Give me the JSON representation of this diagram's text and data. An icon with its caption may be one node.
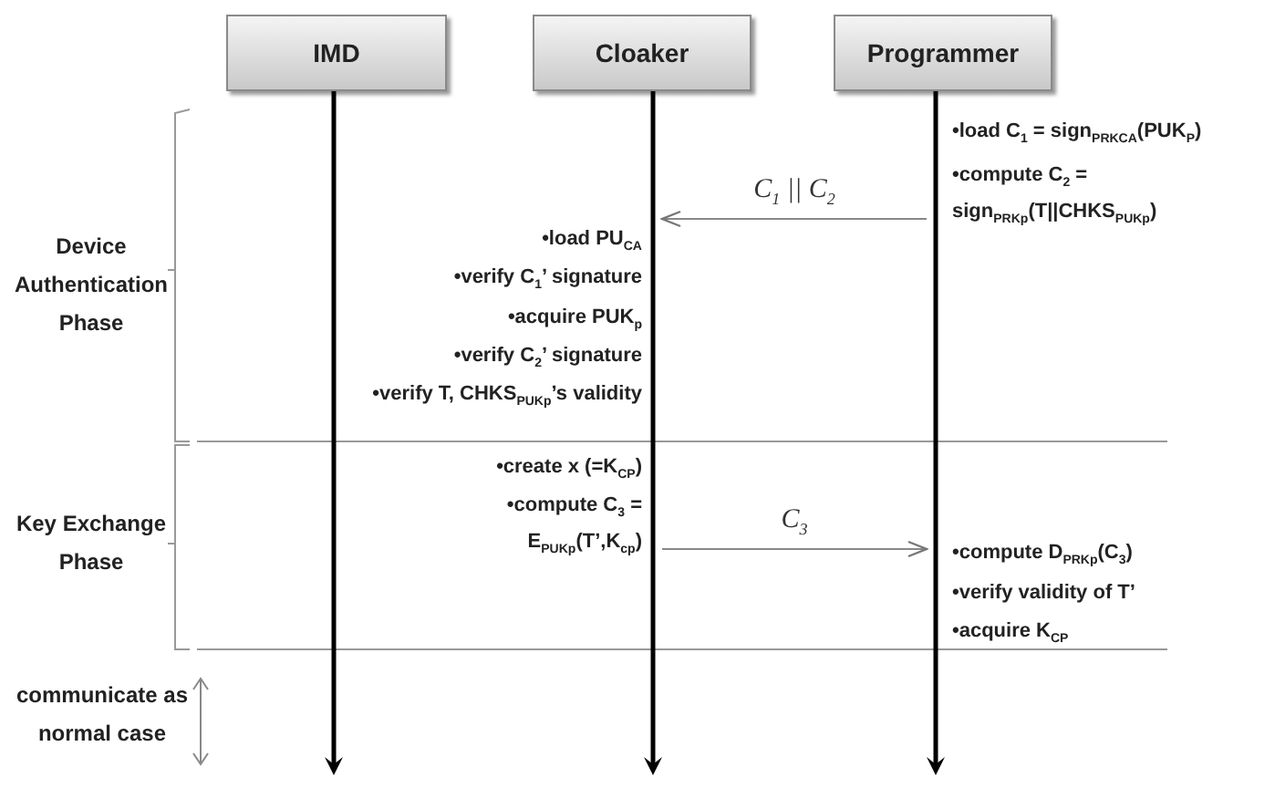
{
  "diagram": {
    "nodes": [
      {
        "text": [
          "IMD"
        ]
      },
      {
        "text": [
          "Cloaker"
        ]
      },
      {
        "text": [
          "Programmer"
        ]
      },
      {
        "text": [],
        "shape": "bar"
      },
      {
        "text": [],
        "shape": "bar"
      },
      {
        "text": [],
        "shape": "bar"
      }
    ],
    "edges": [
      {
        "from": 5,
        "to": 4,
        "arrow": "to",
        "label": "C$_{1}$ || C$_{2}$"
      },
      {
        "from": 4,
        "to": 5,
        "arrow": "to",
        "label": "C$_{3}$"
      }
    ],
    "labels": [
      "•load C$_{1}$ = sign$_{PRKCA}$(PUK$_{P}$)",
      "•compute C$_{2}$ = sign$_{PRKp}$(T||CHKS$_{PUKp}$)",
      "Device Authentication Phase",
      "•load PU$_{CA}$",
      "•verify C$_{1}$’ signature",
      "•acquire PUK$_{p}$",
      "•verify C$_{2}$’ signature",
      "•verify T, CHKS$_{PUKp}$’s validity",
      "Key Exchange Phase",
      "•create x (=K$_{CP}$)",
      "•compute C$_{3}$ = E$_{PUKp}$(T’,K$_{cp}$)",
      "•compute D$_{PRKp}$(C$_{3}$)",
      "•verify validity of T’",
      "•acquire K$_{CP}$",
      "communicate as normal case"
    ]
  }
}
